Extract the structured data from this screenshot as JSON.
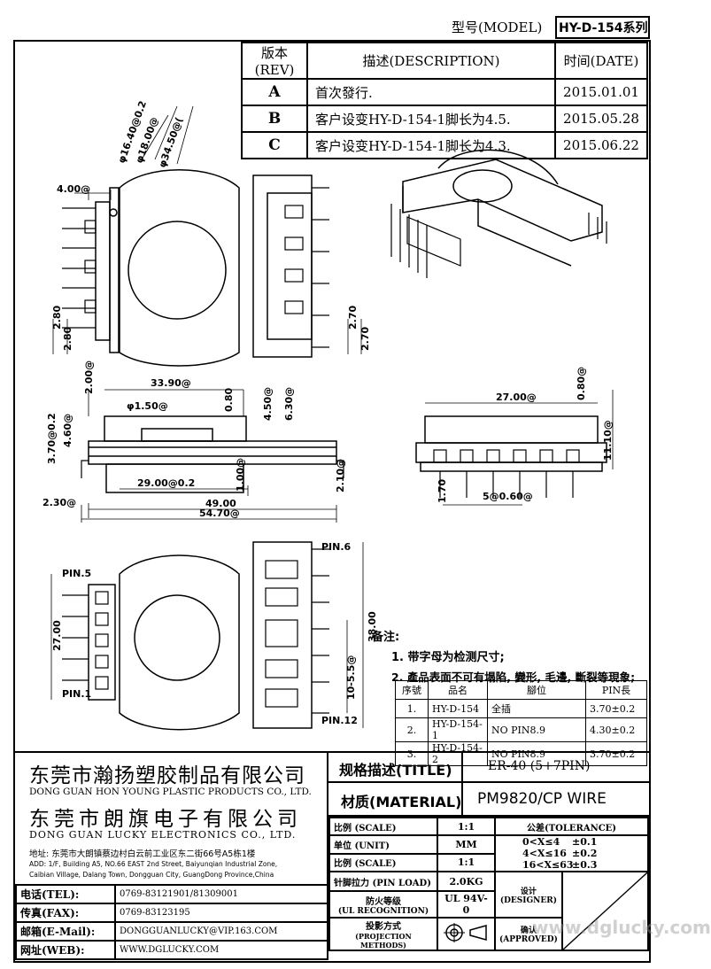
{
  "model": {
    "label": "型号(MODEL)",
    "value": "HY-D-154系列"
  },
  "revision_table": {
    "headers": [
      "版本(REV)",
      "描述(DESCRIPTION)",
      "时间(DATE)"
    ],
    "rows": [
      {
        "rev": "A",
        "desc": "首次發行.",
        "date": "2015.01.01"
      },
      {
        "rev": "B",
        "desc": "客户设变HY-D-154-1脚长为4.5.",
        "date": "2015.05.28"
      },
      {
        "rev": "C",
        "desc": "客户设变HY-D-154-1脚长为4.3.",
        "date": "2015.06.22"
      }
    ]
  },
  "dimensions": {
    "dia_34_5": "φ34.50@(",
    "dia_18": "φ18.00@",
    "dia_16_4": "φ16.40@0.2",
    "d_4_00": "4.00@",
    "d_2_80a": "2.80",
    "d_2_80b": "2.80",
    "d_2_70a": "2.70",
    "d_2_70b": "2.70",
    "d_33_90": "33.90@",
    "d_2_00": "2.00@",
    "d_1_50": "φ1.50@",
    "d_0_80a": "0.80",
    "d_4_50": "4.50@",
    "d_6_30": "6.30@",
    "d_3_70": "3.70@0.2",
    "d_4_60": "4.60@",
    "d_1_00": "1.00@",
    "d_2_10": "2.10@",
    "d_29_00": "29.00@0.2",
    "d_49_00": "49.00",
    "d_54_70": "54.70@",
    "d_2_30": "2.30@",
    "d_27_00a": "27.00@",
    "d_0_80b": "0.80@",
    "d_11_10": "11.10@",
    "d_1_70": "1.70",
    "d_5x": "5@0.60@",
    "d_27_00b": "27.00",
    "d_38_00": "38.00",
    "d_10_5_5": "10-5.5@",
    "pin_5": "PIN.5",
    "pin_1": "PIN.1",
    "pin_6": "PIN.6",
    "pin_12": "PIN.12"
  },
  "notes": {
    "title": "备注:",
    "line1": "1. 带字母为检测尺寸;",
    "line2": "2. 產品表面不可有塌陷, 變形, 毛邊, 斷裂等現象;"
  },
  "pin_table": {
    "headers": [
      "序號",
      "品名",
      "腳位",
      "PIN長"
    ],
    "rows": [
      {
        "no": "1.",
        "name": "HY-D-154",
        "pins": "全插",
        "len": "3.70±0.2"
      },
      {
        "no": "2.",
        "name": "HY-D-154-1",
        "pins": "NO PIN8.9",
        "len": "4.30±0.2"
      },
      {
        "no": "3.",
        "name": "HY-D-154-2",
        "pins": "NO PIN8.9",
        "len": "3.70±0.2"
      }
    ]
  },
  "company": {
    "name1_cn": "东莞市瀚扬塑胶制品有限公司",
    "name1_en": "DONG GUAN HON YOUNG PLASTIC PRODUCTS CO., LTD.",
    "name2_cn": "东莞市朗旗电子有限公司",
    "name2_en": "DONG GUAN LUCKY ELECTRONICS CO., LTD.",
    "addr_cn": "地址: 东莞市大朗镇蔡边村白云前工业区东二街66号A5栋1楼",
    "addr_en1": "ADD: 1/F, Building A5, NO.66 EAST 2nd Street, Baiyunqian Industrial Zone,",
    "addr_en2": "Caibian Village, Dalang Town, Dongguan City, GuangDong Province,China"
  },
  "contacts": [
    {
      "label": "电话(TEL):",
      "value": "0769-83121901/81309001"
    },
    {
      "label": "传真(FAX):",
      "value": "0769-83123195"
    },
    {
      "label": "邮箱(E-Mail):",
      "value": "DONGGUANLUCKY@VIP.163.COM"
    },
    {
      "label": "网址(WEB):",
      "value": "WWW.DGLUCKY.COM"
    }
  ],
  "title_block": {
    "title_label": "规格描述(TITLE)",
    "title_value": "ER-40 (5+7PIN)",
    "material_label": "材质(MATERIAL)",
    "material_value": "PM9820/CP WIRE",
    "scale1_label": "比例 (SCALE)",
    "scale1_value": "1:1",
    "tolerance_label": "公差(TOLERANCE)",
    "unit_label": "单位 (UNIT)",
    "unit_value": "MM",
    "tol1": "0<X≤4",
    "tol1v": "±0.1",
    "tol2": "4<X≤16",
    "tol2v": "±0.2",
    "tol3": "16<X≤63",
    "tol3v": "±0.3",
    "scale2_label": "比例 (SCALE)",
    "scale2_value": "1:1",
    "pinload_label": "针脚拉力 (PIN LOAD)",
    "pinload_value": "2.0KG",
    "designer_cn": "设计",
    "designer_en": "(DESIGNER)",
    "ul_cn": "防火等级",
    "ul_en": "(UL RECOGNITION)",
    "ul_value": "UL 94V-0",
    "proj_cn": "投影方式",
    "proj_en": "(PROJECTION METHODS)",
    "approved_cn": "确认",
    "approved_en": "(APPROVED)",
    "watermark": "www.dglucky.com"
  }
}
